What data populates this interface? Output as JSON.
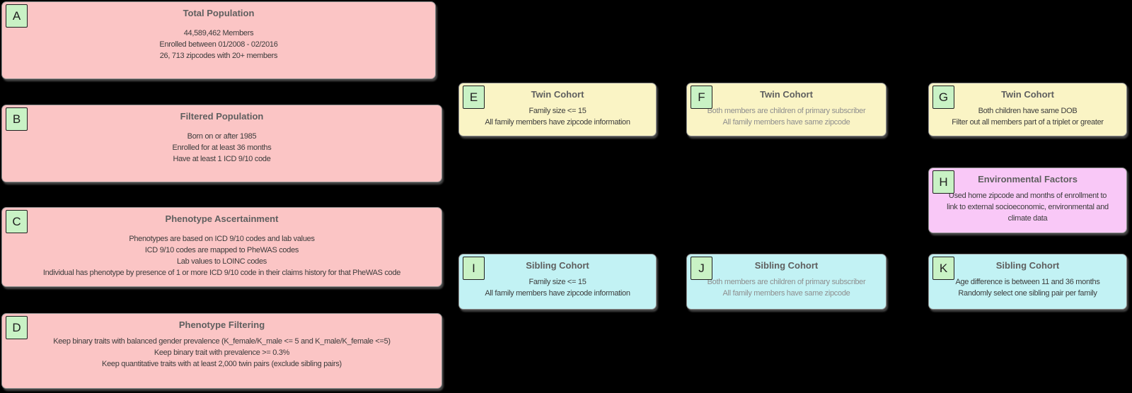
{
  "diagram": {
    "background": "#000000",
    "colors": {
      "population_fill": "#fbc5c5",
      "twin_fill": "#faf4c5",
      "sibling_fill": "#c2f2f4",
      "environment_fill": "#f9c8f7",
      "badge_fill": "#c9f2c5",
      "border": "#8f8f8f",
      "title_text": "#5f5f5f",
      "body_text": "#3c3c3c",
      "muted_body_text": "#8e8e8e"
    },
    "nodes": [
      {
        "id": "A",
        "title": "Total Population",
        "lines": [
          "44,589,462 Members",
          "Enrolled between 01/2008 - 02/2016",
          "26, 713 zipcodes with 20+ members"
        ]
      },
      {
        "id": "B",
        "title": "Filtered Population",
        "lines": [
          "Born on or after 1985",
          "Enrolled for at least 36 months",
          "Have at least 1 ICD 9/10 code"
        ]
      },
      {
        "id": "C",
        "title": "Phenotype Ascertainment",
        "lines": [
          "Phenotypes are based on ICD 9/10 codes and lab values",
          "ICD 9/10 codes are mapped to PheWAS codes",
          "Lab values to LOINC codes",
          "Individual has phenotype by presence of 1 or more ICD 9/10 code in their claims history for that PheWAS code"
        ]
      },
      {
        "id": "D",
        "title": "Phenotype Filtering",
        "lines": [
          "Keep binary traits with balanced gender prevalence (K_female/K_male <= 5 and K_male/K_female <=5)",
          "Keep binary trait with prevalence >= 0.3%",
          "Keep quantitative traits with at least 2,000 twin pairs (exclude sibling pairs)"
        ]
      },
      {
        "id": "E",
        "title": "Twin Cohort",
        "lines": [
          "Family size <= 15",
          "All family members have zipcode information"
        ]
      },
      {
        "id": "F",
        "title": "Twin Cohort",
        "lines": [
          "Both members are children of primary subscriber",
          "All family members have same zipcode"
        ]
      },
      {
        "id": "G",
        "title": "Twin Cohort",
        "lines": [
          "Both children have same DOB",
          "Filter out all members part of a triplet or greater"
        ]
      },
      {
        "id": "H",
        "title": "Environmental Factors",
        "lines": [
          "Used home zipcode and months of enrollment to",
          "link to external socioeconomic, environmental and",
          "climate data"
        ]
      },
      {
        "id": "I",
        "title": "Sibling Cohort",
        "lines": [
          "Family size <= 15",
          "All family members have zipcode information"
        ]
      },
      {
        "id": "J",
        "title": "Sibling Cohort",
        "lines": [
          "Both members are children of primary subscriber",
          "All family members have same zipcode"
        ]
      },
      {
        "id": "K",
        "title": "Sibling Cohort",
        "lines": [
          "Age difference is between 11 and 36 months",
          "Randomly select one sibling pair per family"
        ]
      }
    ]
  }
}
